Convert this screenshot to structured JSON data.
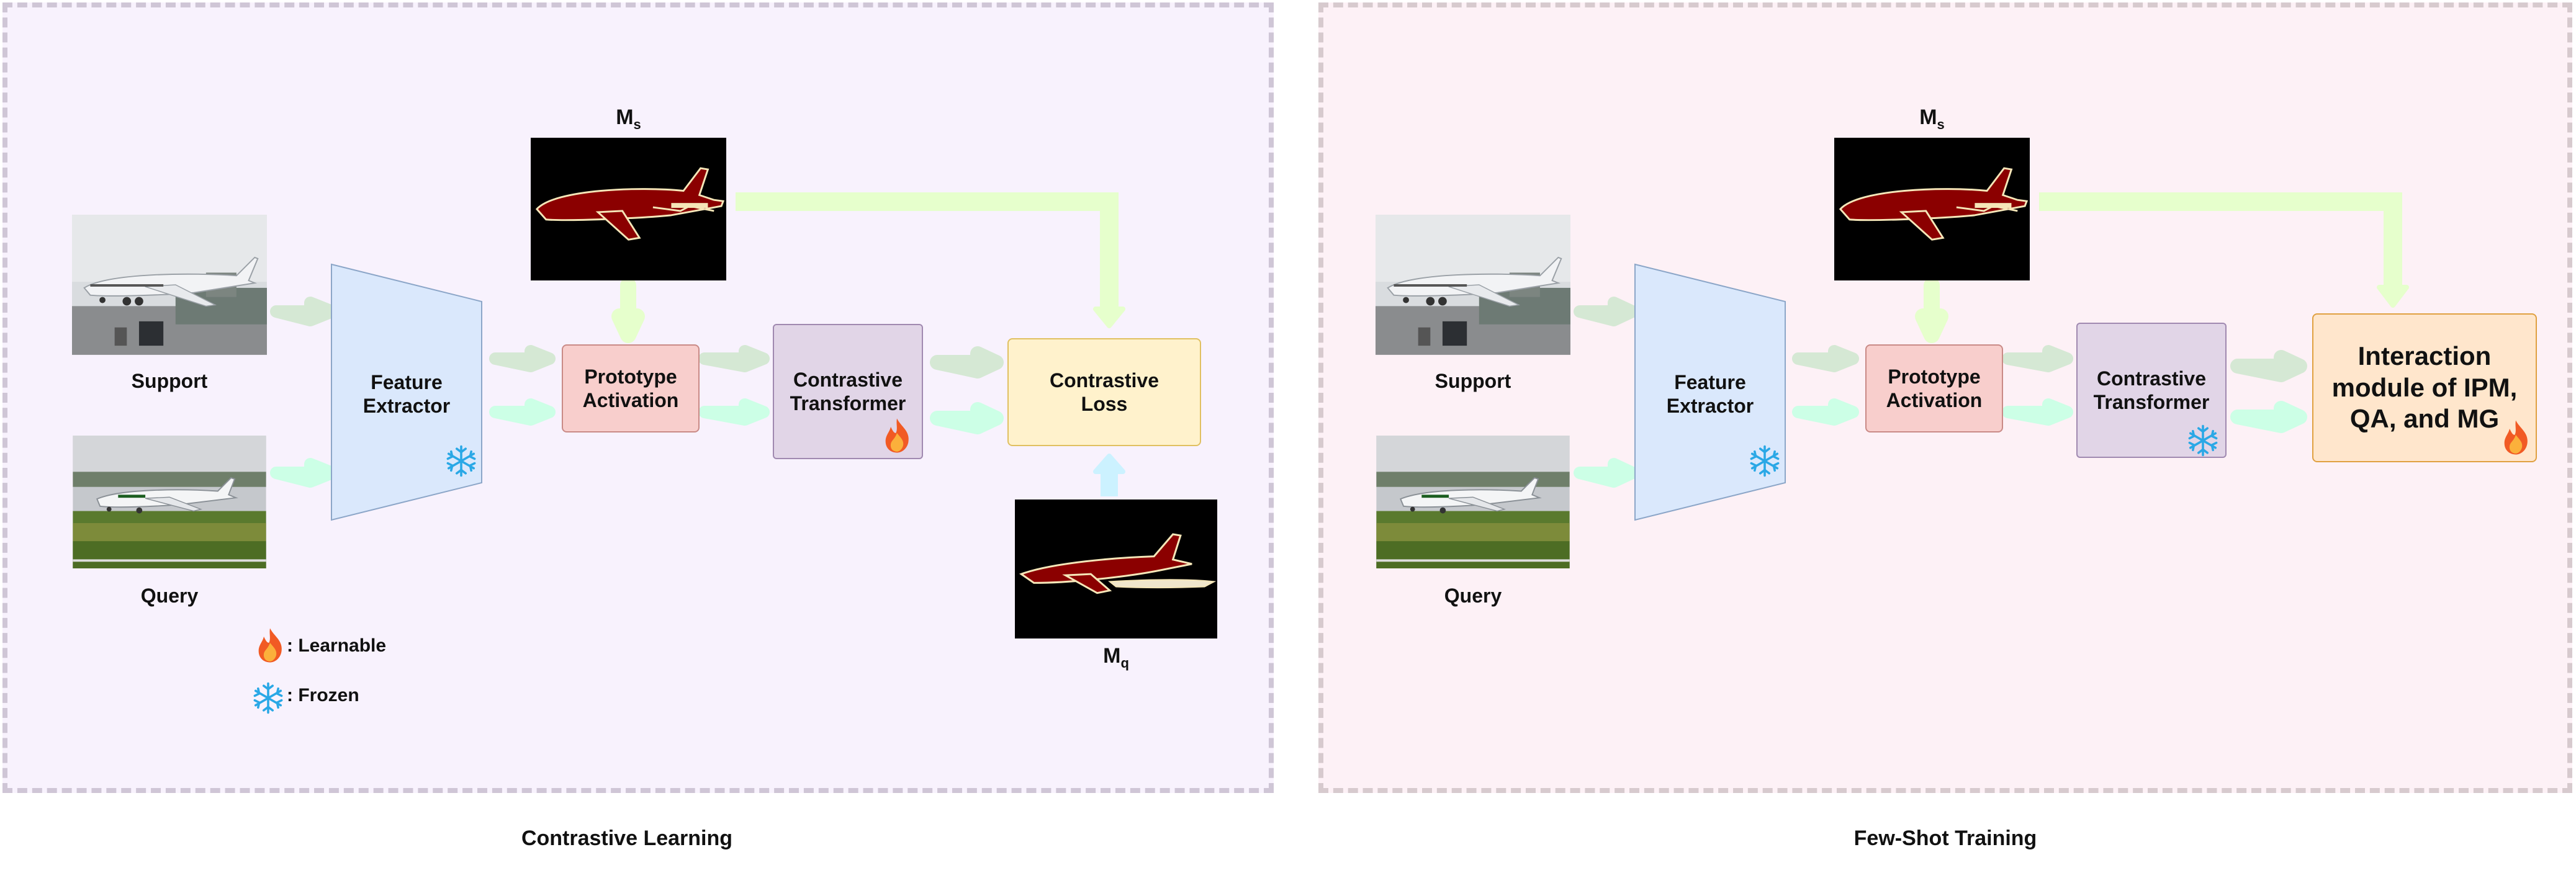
{
  "captions": {
    "left": "Contrastive Learning",
    "right": "Few-Shot Training"
  },
  "panels": {
    "left": {
      "background": "#f8f2fd"
    },
    "right": {
      "background": "#fdf1f6"
    }
  },
  "inputs": {
    "support": "Support",
    "query": "Query"
  },
  "masks": {
    "support_main": "M",
    "support_sub": "s",
    "query_main": "M",
    "query_sub": "q"
  },
  "boxes": {
    "feature_extractor": "Feature Extractor",
    "prototype_activation": "Prototype Activation",
    "contrastive_transformer": "Contrastive Transformer",
    "contrastive_loss": "Contrastive Loss",
    "interaction_module": "Interaction module of IPM, QA, and MG"
  },
  "legend": {
    "learnable": ": Learnable",
    "frozen": ": Frozen"
  },
  "icons": {
    "learnable": "fire-icon",
    "frozen": "snowflake-icon"
  },
  "colors": {
    "feature_extractor": "#dae8fc",
    "prototype_activation": "#f8cecc",
    "contrastive_transformer": "#e1d5e7",
    "contrastive_loss": "#fff2cc",
    "interaction_module": "#ffe6cc",
    "support_arrow": "#d5e8d4",
    "query_arrow": "#ccffe6",
    "mask_arrow": "#e6ffcc",
    "query_mask_arrow": "#ccf2ff",
    "mask_fill": "#8b0000"
  }
}
